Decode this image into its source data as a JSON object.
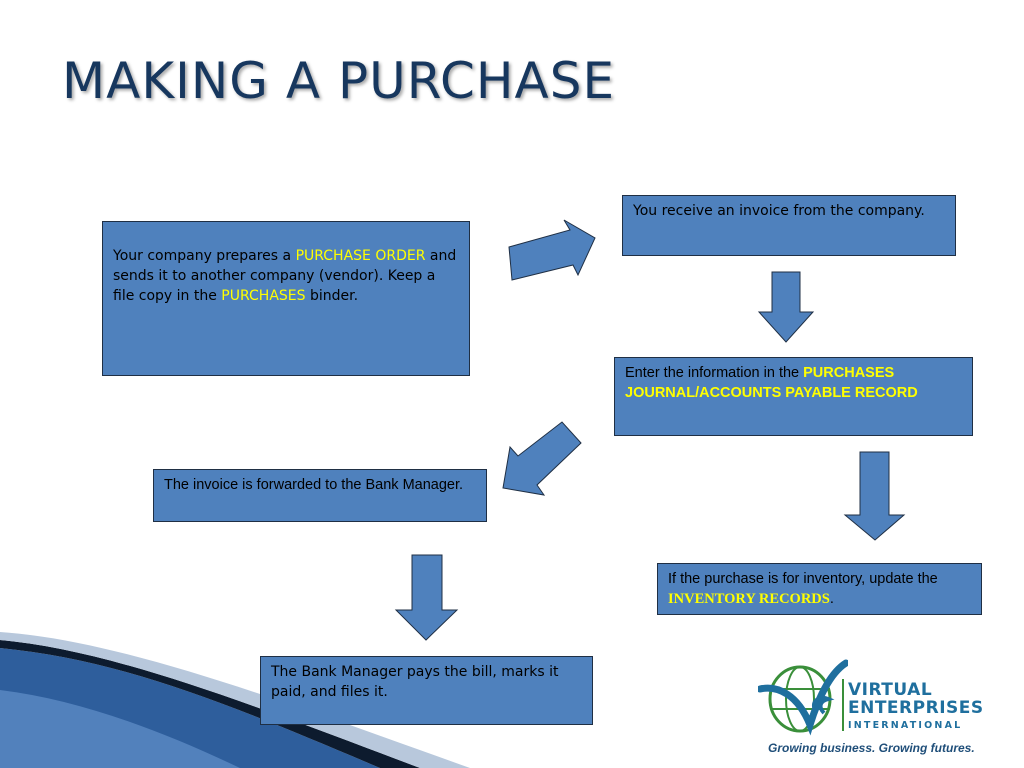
{
  "title": "MAKING A PURCHASE",
  "steps": {
    "step1": {
      "text_a": "Your company prepares a ",
      "hl_a": "PURCHASE ORDER",
      "text_b": " and sends it  to another company (vendor).  Keep a file copy in the ",
      "hl_b": "PURCHASES",
      "text_c": " binder."
    },
    "step2": {
      "text": "You receive an invoice from the company."
    },
    "step3": {
      "text_a": "Enter the information in the ",
      "hl_a": "PURCHASES JOURNAL/ACCOUNTS PAYABLE RECORD"
    },
    "step4": {
      "text_a": "If the purchase is for inventory, update the ",
      "hl_a": "INVENTORY RECORDS",
      "text_b": "."
    },
    "step5": {
      "text": "The invoice is forwarded to the Bank Manager."
    },
    "step6": {
      "text": "The Bank Manager pays the bill, marks it paid, and files it."
    }
  },
  "logo": {
    "line1": "VIRTUAL",
    "line2": "ENTERPRISES",
    "line3": "INTERNATIONAL",
    "tagline": "Growing business. Growing futures."
  },
  "colors": {
    "title": "#17375e",
    "box_fill": "#4f81bd",
    "highlight": "#ffff00",
    "logo_blue": "#1f6f9e",
    "logo_green": "#3a8f3a"
  }
}
